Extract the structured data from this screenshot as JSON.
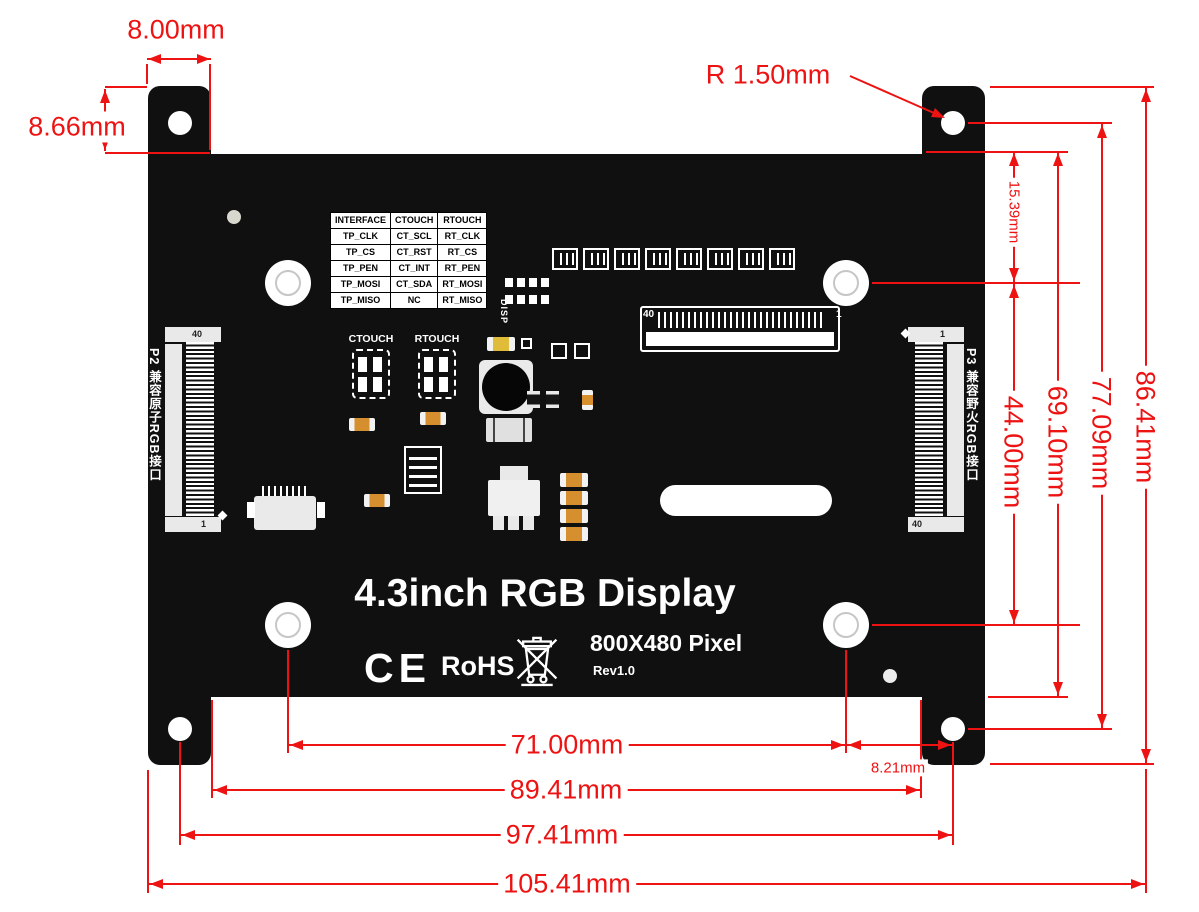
{
  "colors": {
    "dimension_red": "#ee1313",
    "board_black": "#101010",
    "silkscreen_white": "#ffffff",
    "component_orange": "#d68f2e"
  },
  "dims": {
    "tab_width": "8.00mm",
    "tab_height": "8.66mm",
    "corner_radius": "R 1.50mm",
    "body_top_to_hole": "15.39mm",
    "inner_holes_vertical": "44.00mm",
    "body_height": "69.10mm",
    "corner_holes_vertical": "77.09mm",
    "overall_height": "86.41mm",
    "inner_holes_horizontal": "71.00mm",
    "inner_to_corner_hole": "8.21mm",
    "body_width": "89.41mm",
    "corner_holes_horizontal": "97.41mm",
    "overall_width": "105.41mm"
  },
  "board": {
    "title": "4.3inch RGB Display",
    "resolution": "800X480 Pixel",
    "revision": "Rev1.0",
    "ce_mark": "CE",
    "rohs_mark": "RoHS",
    "disp_label": "DISP",
    "ctouch_label": "CTOUCH",
    "rtouch_label": "RTOUCH",
    "fpc": {
      "pin_left": "40",
      "pin_right": "1"
    },
    "left_connector": {
      "name": "P2 兼容原子RGB接口",
      "pin_top": "40",
      "pin_bottom": "1"
    },
    "right_connector": {
      "name": "P3 兼容野火RGB接口",
      "pin_top": "1",
      "pin_bottom": "40"
    },
    "pin_table": {
      "headers": [
        "INTERFACE",
        "CTOUCH",
        "RTOUCH"
      ],
      "rows": [
        [
          "TP_CLK",
          "CT_SCL",
          "RT_CLK"
        ],
        [
          "TP_CS",
          "CT_RST",
          "RT_CS"
        ],
        [
          "TP_PEN",
          "CT_INT",
          "RT_PEN"
        ],
        [
          "TP_MOSI",
          "CT_SDA",
          "RT_MOSI"
        ],
        [
          "TP_MISO",
          "NC",
          "RT_MISO"
        ]
      ]
    }
  }
}
